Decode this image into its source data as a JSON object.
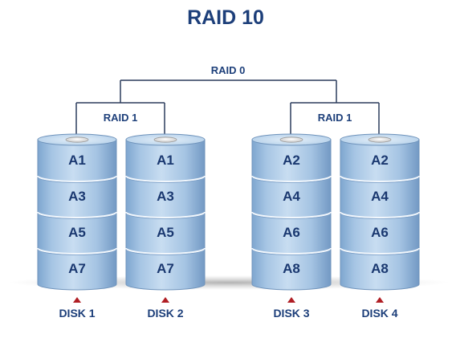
{
  "title": "RAID 10",
  "raid0_label": "RAID 0",
  "mirror_groups": [
    {
      "label": "RAID 1"
    },
    {
      "label": "RAID 1"
    }
  ],
  "disks": [
    {
      "label": "DISK 1",
      "blocks": [
        "A1",
        "A3",
        "A5",
        "A7"
      ]
    },
    {
      "label": "DISK 2",
      "blocks": [
        "A1",
        "A3",
        "A5",
        "A7"
      ]
    },
    {
      "label": "DISK 3",
      "blocks": [
        "A2",
        "A4",
        "A6",
        "A8"
      ]
    },
    {
      "label": "DISK 4",
      "blocks": [
        "A2",
        "A4",
        "A6",
        "A8"
      ]
    }
  ],
  "colors": {
    "title": "#1d3f7a",
    "disk_fill": "#a9c8e6",
    "disk_edge": "#6f93bb",
    "arrow": "#b01e24"
  }
}
